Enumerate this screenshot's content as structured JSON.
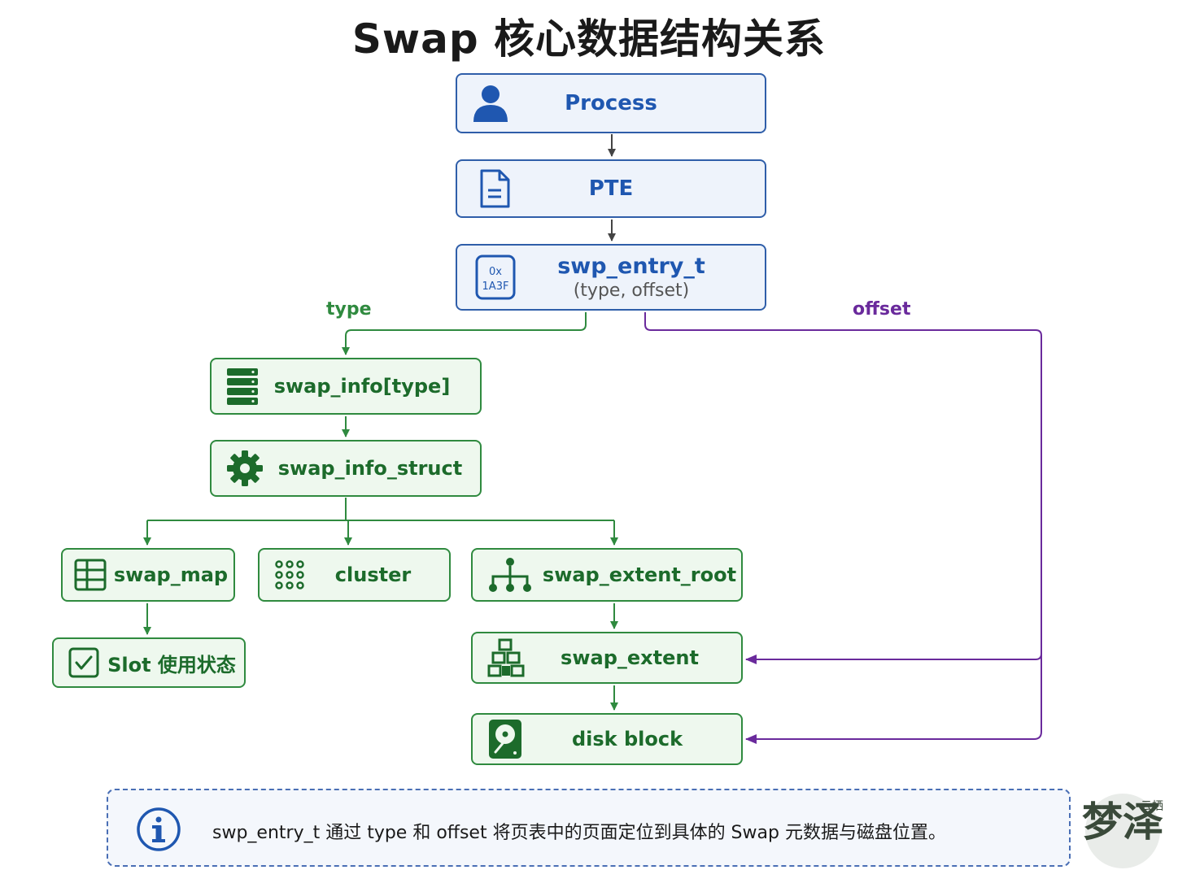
{
  "title": "Swap 核心数据结构关系",
  "nodes": {
    "process": {
      "label": "Process",
      "icon": "user-icon"
    },
    "pte": {
      "label": "PTE",
      "icon": "document-icon"
    },
    "swp_entry": {
      "label": "swp_entry_t",
      "sublabel": "(type, offset)",
      "icon": "hex-value-icon",
      "icon_line1": "0x",
      "icon_line2": "1A3F"
    },
    "swap_info_type": {
      "label": "swap_info[type]",
      "icon": "server-stack-icon"
    },
    "swap_info_struct": {
      "label": "swap_info_struct",
      "icon": "gear-icon"
    },
    "swap_map": {
      "label": "swap_map",
      "icon": "table-grid-icon"
    },
    "cluster": {
      "label": "cluster",
      "icon": "dot-grid-icon"
    },
    "swap_extent_root": {
      "label": "swap_extent_root",
      "icon": "tree-icon"
    },
    "slot": {
      "label": "Slot 使用状态",
      "icon": "checkbox-icon"
    },
    "swap_extent": {
      "label": "swap_extent",
      "icon": "blocks-icon"
    },
    "disk_block": {
      "label": "disk block",
      "icon": "hard-disk-icon"
    }
  },
  "edge_labels": {
    "type": "type",
    "offset": "offset"
  },
  "note": {
    "icon": "info-icon",
    "text": "swp_entry_t 通过  type  和  offset  将页表中的页面定位到具体的  Swap  元数据与磁盘位置。"
  },
  "watermark": {
    "text": "梦泽",
    "small_text": "云栖",
    "icon": "calligraphy-logo"
  },
  "colors": {
    "blue": "#1f57b0",
    "green": "#1c6b2b",
    "purple": "#6a2a9c",
    "dark": "#444444"
  }
}
